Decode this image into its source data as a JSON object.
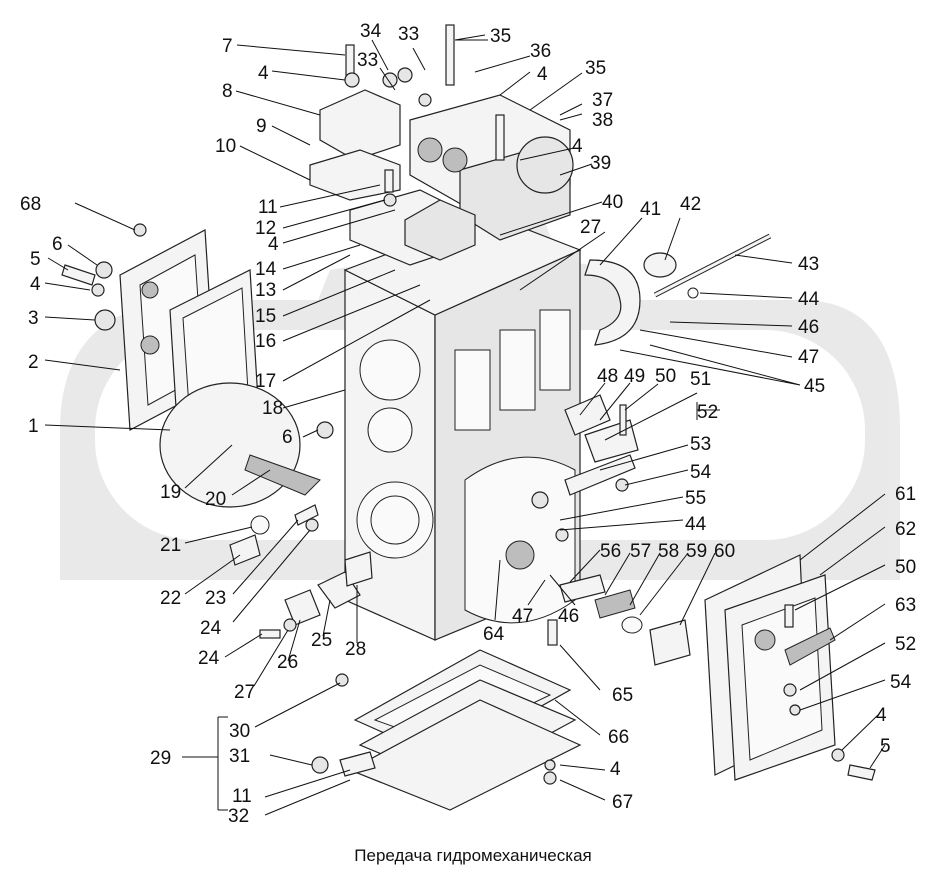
{
  "caption": "Передача гидромеханическая",
  "callouts": [
    "1",
    "2",
    "3",
    "4",
    "4",
    "4",
    "4",
    "4",
    "4",
    "4",
    "5",
    "5",
    "6",
    "6",
    "7",
    "8",
    "9",
    "10",
    "11",
    "11",
    "12",
    "13",
    "14",
    "15",
    "16",
    "17",
    "18",
    "19",
    "20",
    "21",
    "22",
    "23",
    "24",
    "24",
    "25",
    "26",
    "27",
    "27",
    "28",
    "29",
    "30",
    "31",
    "32",
    "33",
    "33",
    "34",
    "35",
    "35",
    "36",
    "37",
    "38",
    "39",
    "40",
    "41",
    "42",
    "43",
    "44",
    "44",
    "45",
    "46",
    "46",
    "47",
    "47",
    "48",
    "49",
    "50",
    "50",
    "51",
    "52",
    "52",
    "53",
    "54",
    "54",
    "55",
    "56",
    "57",
    "58",
    "59",
    "60",
    "61",
    "62",
    "63",
    "64",
    "65",
    "66",
    "67",
    "68"
  ]
}
